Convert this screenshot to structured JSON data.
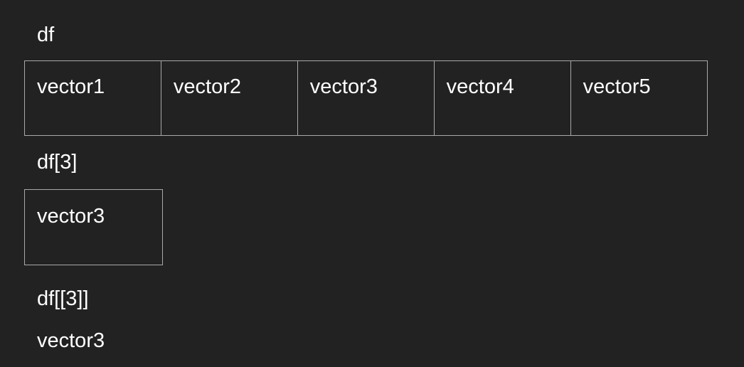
{
  "colors": {
    "background": "#222222",
    "text": "#ffffff",
    "border": "#a9a9a9"
  },
  "section_df": {
    "label": "df",
    "cells": [
      "vector1",
      "vector2",
      "vector3",
      "vector4",
      "vector5"
    ]
  },
  "section_df_single_bracket": {
    "label": "df[3]",
    "cell": "vector3"
  },
  "section_df_double_bracket": {
    "label": "df[[3]]",
    "value": "vector3"
  }
}
